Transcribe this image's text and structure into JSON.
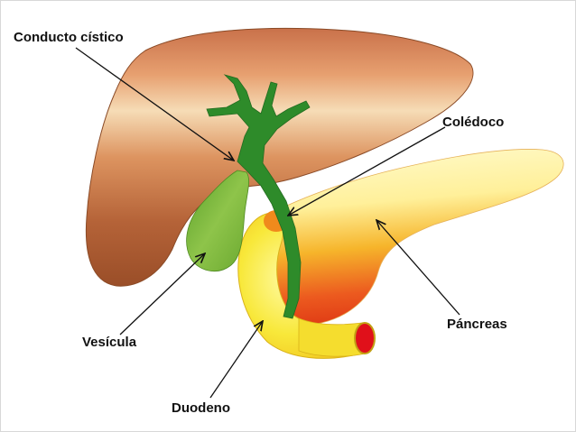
{
  "labels": {
    "conducto_cistico": "Conducto cístico",
    "coledoco": "Colédoco",
    "vesicula": "Vesícula",
    "pancreas": "Páncreas",
    "duodeno": "Duodeno"
  },
  "colors": {
    "liver_light": "#f6e2bf",
    "liver_mid": "#d78a5a",
    "liver_dark": "#a2552d",
    "bile_duct": "#2e8b2a",
    "gallbladder": "#79b53a",
    "pancreas_light": "#fff7b5",
    "pancreas_orange": "#f3a623",
    "pancreas_red": "#e8461c",
    "duodenum": "#f7e43a",
    "duodenum_lumen": "#e0101a"
  }
}
